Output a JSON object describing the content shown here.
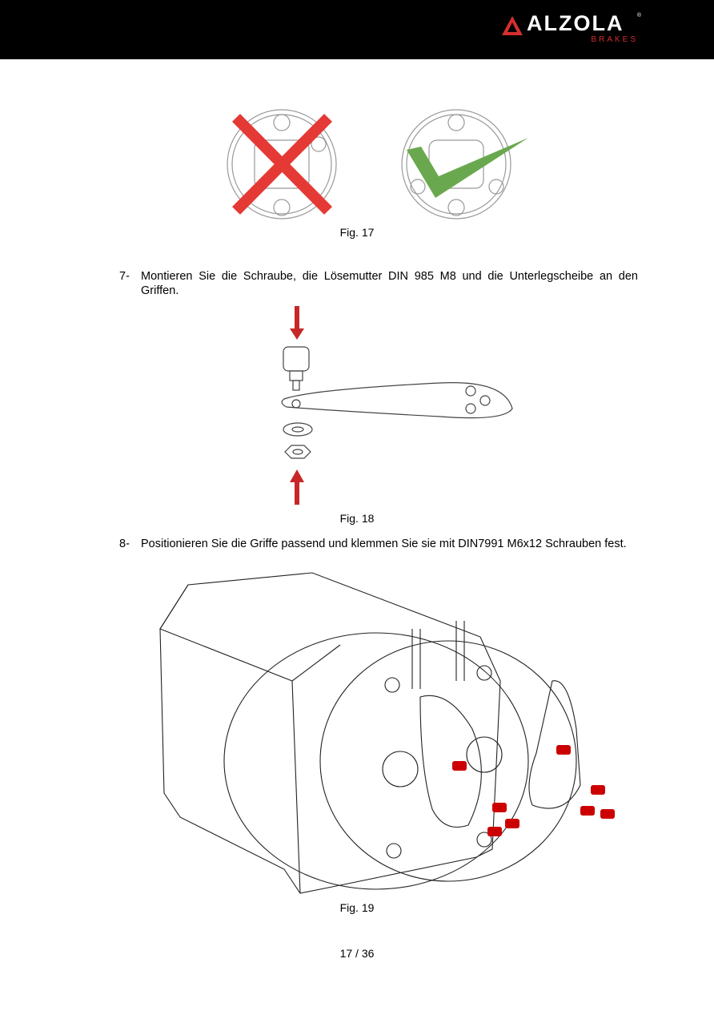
{
  "header": {
    "brand": "ALZOLA",
    "brand_sub": "BRAKES",
    "reg": "®",
    "accent_color": "#d32f2f"
  },
  "figures": [
    {
      "caption": "Fig. 17"
    },
    {
      "caption": "Fig. 18"
    },
    {
      "caption": "Fig. 19"
    }
  ],
  "steps": [
    {
      "number": "7-",
      "text": "Montieren Sie die Schraube, die Lösemutter DIN 985 M8 und die Unterlegscheibe an den Griffen."
    },
    {
      "number": "8-",
      "text": "Positionieren Sie die Griffe passend und klemmen Sie sie mit DIN7991 M6x12 Schrauben fest."
    }
  ],
  "footer": {
    "page": "17 / 36"
  }
}
